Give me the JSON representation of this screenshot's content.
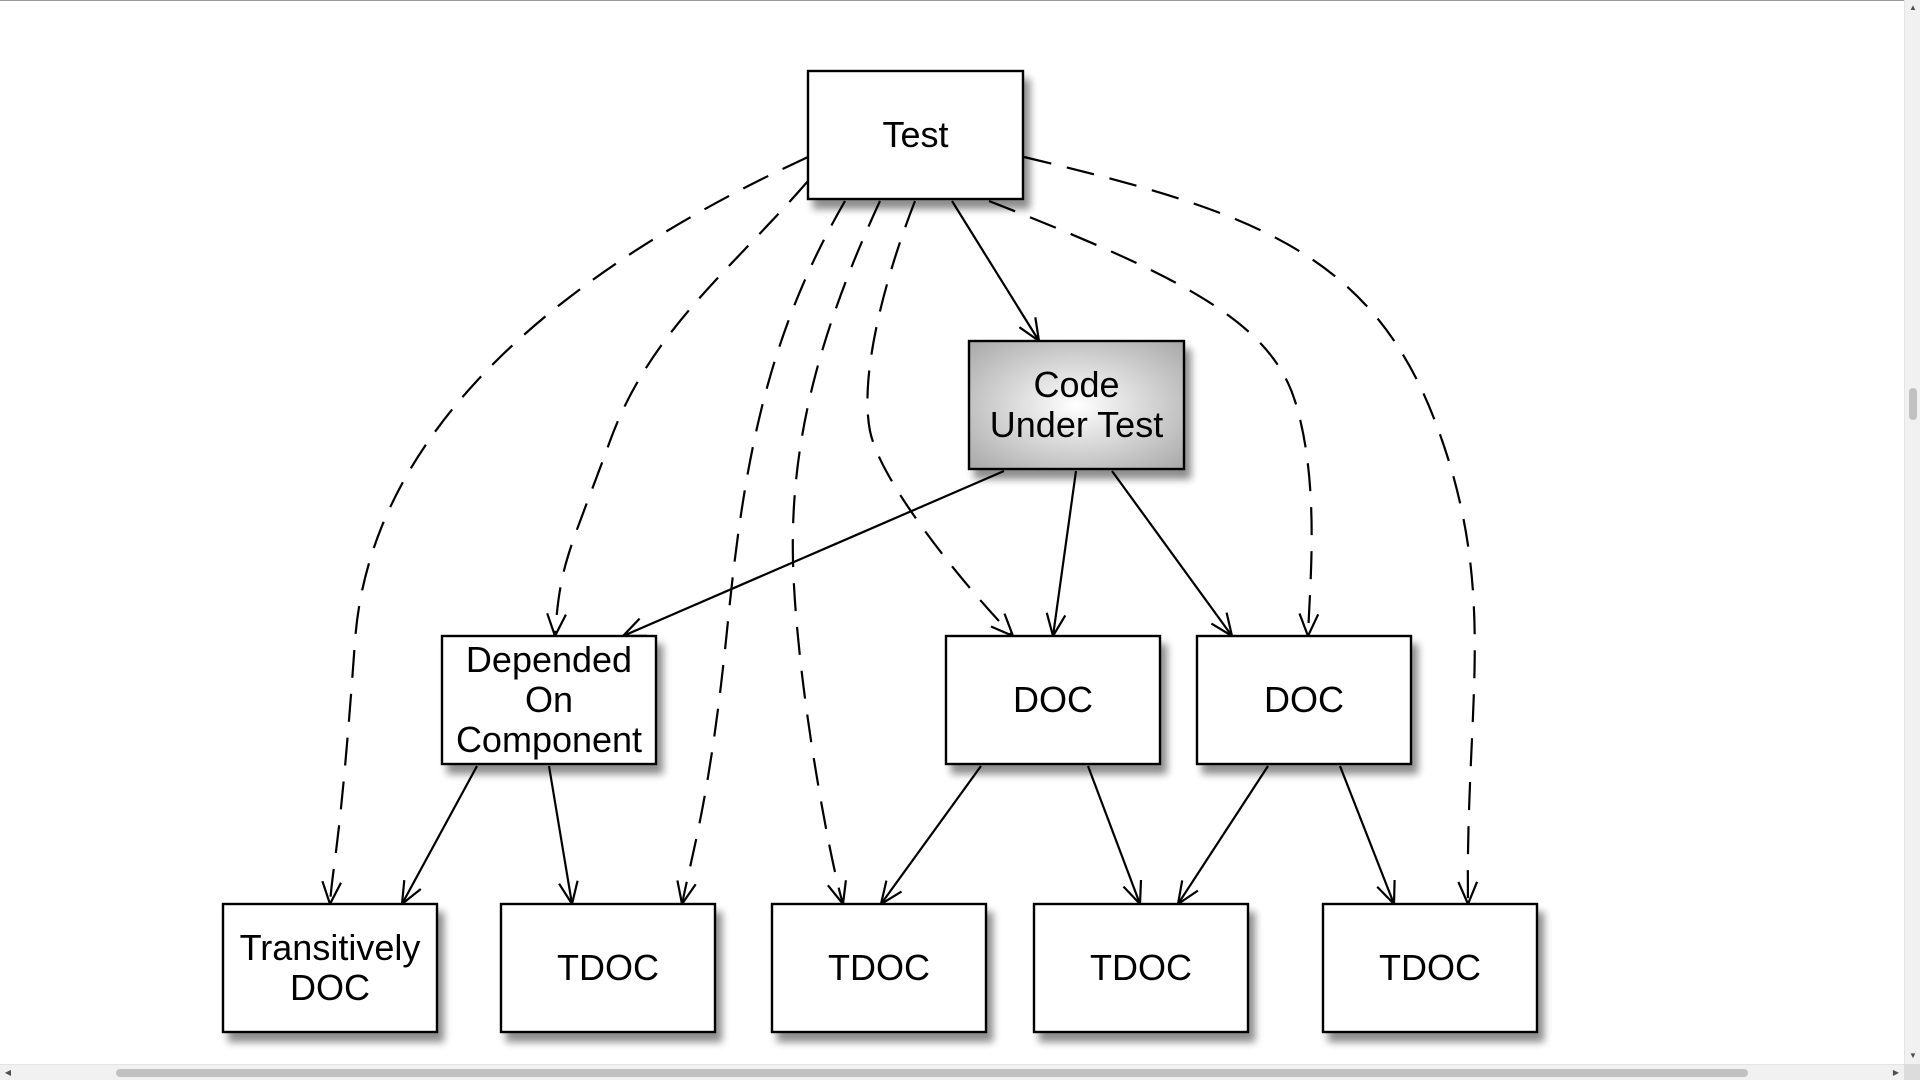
{
  "diagram": {
    "nodes": [
      {
        "id": "test",
        "name": "node-test",
        "lines": [
          "Test"
        ],
        "shaded": false
      },
      {
        "id": "cut",
        "name": "node-code-under-test",
        "lines": [
          "Code",
          "Under Test"
        ],
        "shaded": true
      },
      {
        "id": "doc_comp",
        "name": "node-depended-on-component",
        "lines": [
          "Depended",
          "On",
          "Component"
        ],
        "shaded": false
      },
      {
        "id": "doc1",
        "name": "node-doc-1",
        "lines": [
          "DOC"
        ],
        "shaded": false
      },
      {
        "id": "doc2",
        "name": "node-doc-2",
        "lines": [
          "DOC"
        ],
        "shaded": false
      },
      {
        "id": "trans",
        "name": "node-transitively-doc",
        "lines": [
          "Transitively",
          "DOC"
        ],
        "shaded": false
      },
      {
        "id": "tdoc1",
        "name": "node-tdoc-1",
        "lines": [
          "TDOC"
        ],
        "shaded": false
      },
      {
        "id": "tdoc2",
        "name": "node-tdoc-2",
        "lines": [
          "TDOC"
        ],
        "shaded": false
      },
      {
        "id": "tdoc3",
        "name": "node-tdoc-3",
        "lines": [
          "TDOC"
        ],
        "shaded": false
      },
      {
        "id": "tdoc4",
        "name": "node-tdoc-4",
        "lines": [
          "TDOC"
        ],
        "shaded": false
      }
    ],
    "edges": [
      {
        "from": "test",
        "to": "cut",
        "style": "solid"
      },
      {
        "from": "cut",
        "to": "doc_comp",
        "style": "solid"
      },
      {
        "from": "cut",
        "to": "doc1",
        "style": "solid"
      },
      {
        "from": "cut",
        "to": "doc2",
        "style": "solid"
      },
      {
        "from": "doc_comp",
        "to": "trans",
        "style": "solid"
      },
      {
        "from": "doc_comp",
        "to": "tdoc1",
        "style": "solid"
      },
      {
        "from": "doc1",
        "to": "tdoc2",
        "style": "solid"
      },
      {
        "from": "doc1",
        "to": "tdoc3",
        "style": "solid"
      },
      {
        "from": "doc2",
        "to": "tdoc3",
        "style": "solid"
      },
      {
        "from": "doc2",
        "to": "tdoc4",
        "style": "solid"
      },
      {
        "from": "test",
        "to": "trans",
        "style": "dashed"
      },
      {
        "from": "test",
        "to": "doc_comp",
        "style": "dashed"
      },
      {
        "from": "test",
        "to": "tdoc1",
        "style": "dashed"
      },
      {
        "from": "test",
        "to": "tdoc2",
        "style": "dashed"
      },
      {
        "from": "test",
        "to": "doc1",
        "style": "dashed"
      },
      {
        "from": "test",
        "to": "doc2",
        "style": "dashed"
      },
      {
        "from": "test",
        "to": "tdoc4",
        "style": "dashed"
      }
    ]
  },
  "colors": {
    "stroke": "#000000",
    "box_fill": "#ffffff",
    "shaded_light": "#ffffff",
    "shaded_dark": "#a8a8a8",
    "shadow": "#000000"
  }
}
